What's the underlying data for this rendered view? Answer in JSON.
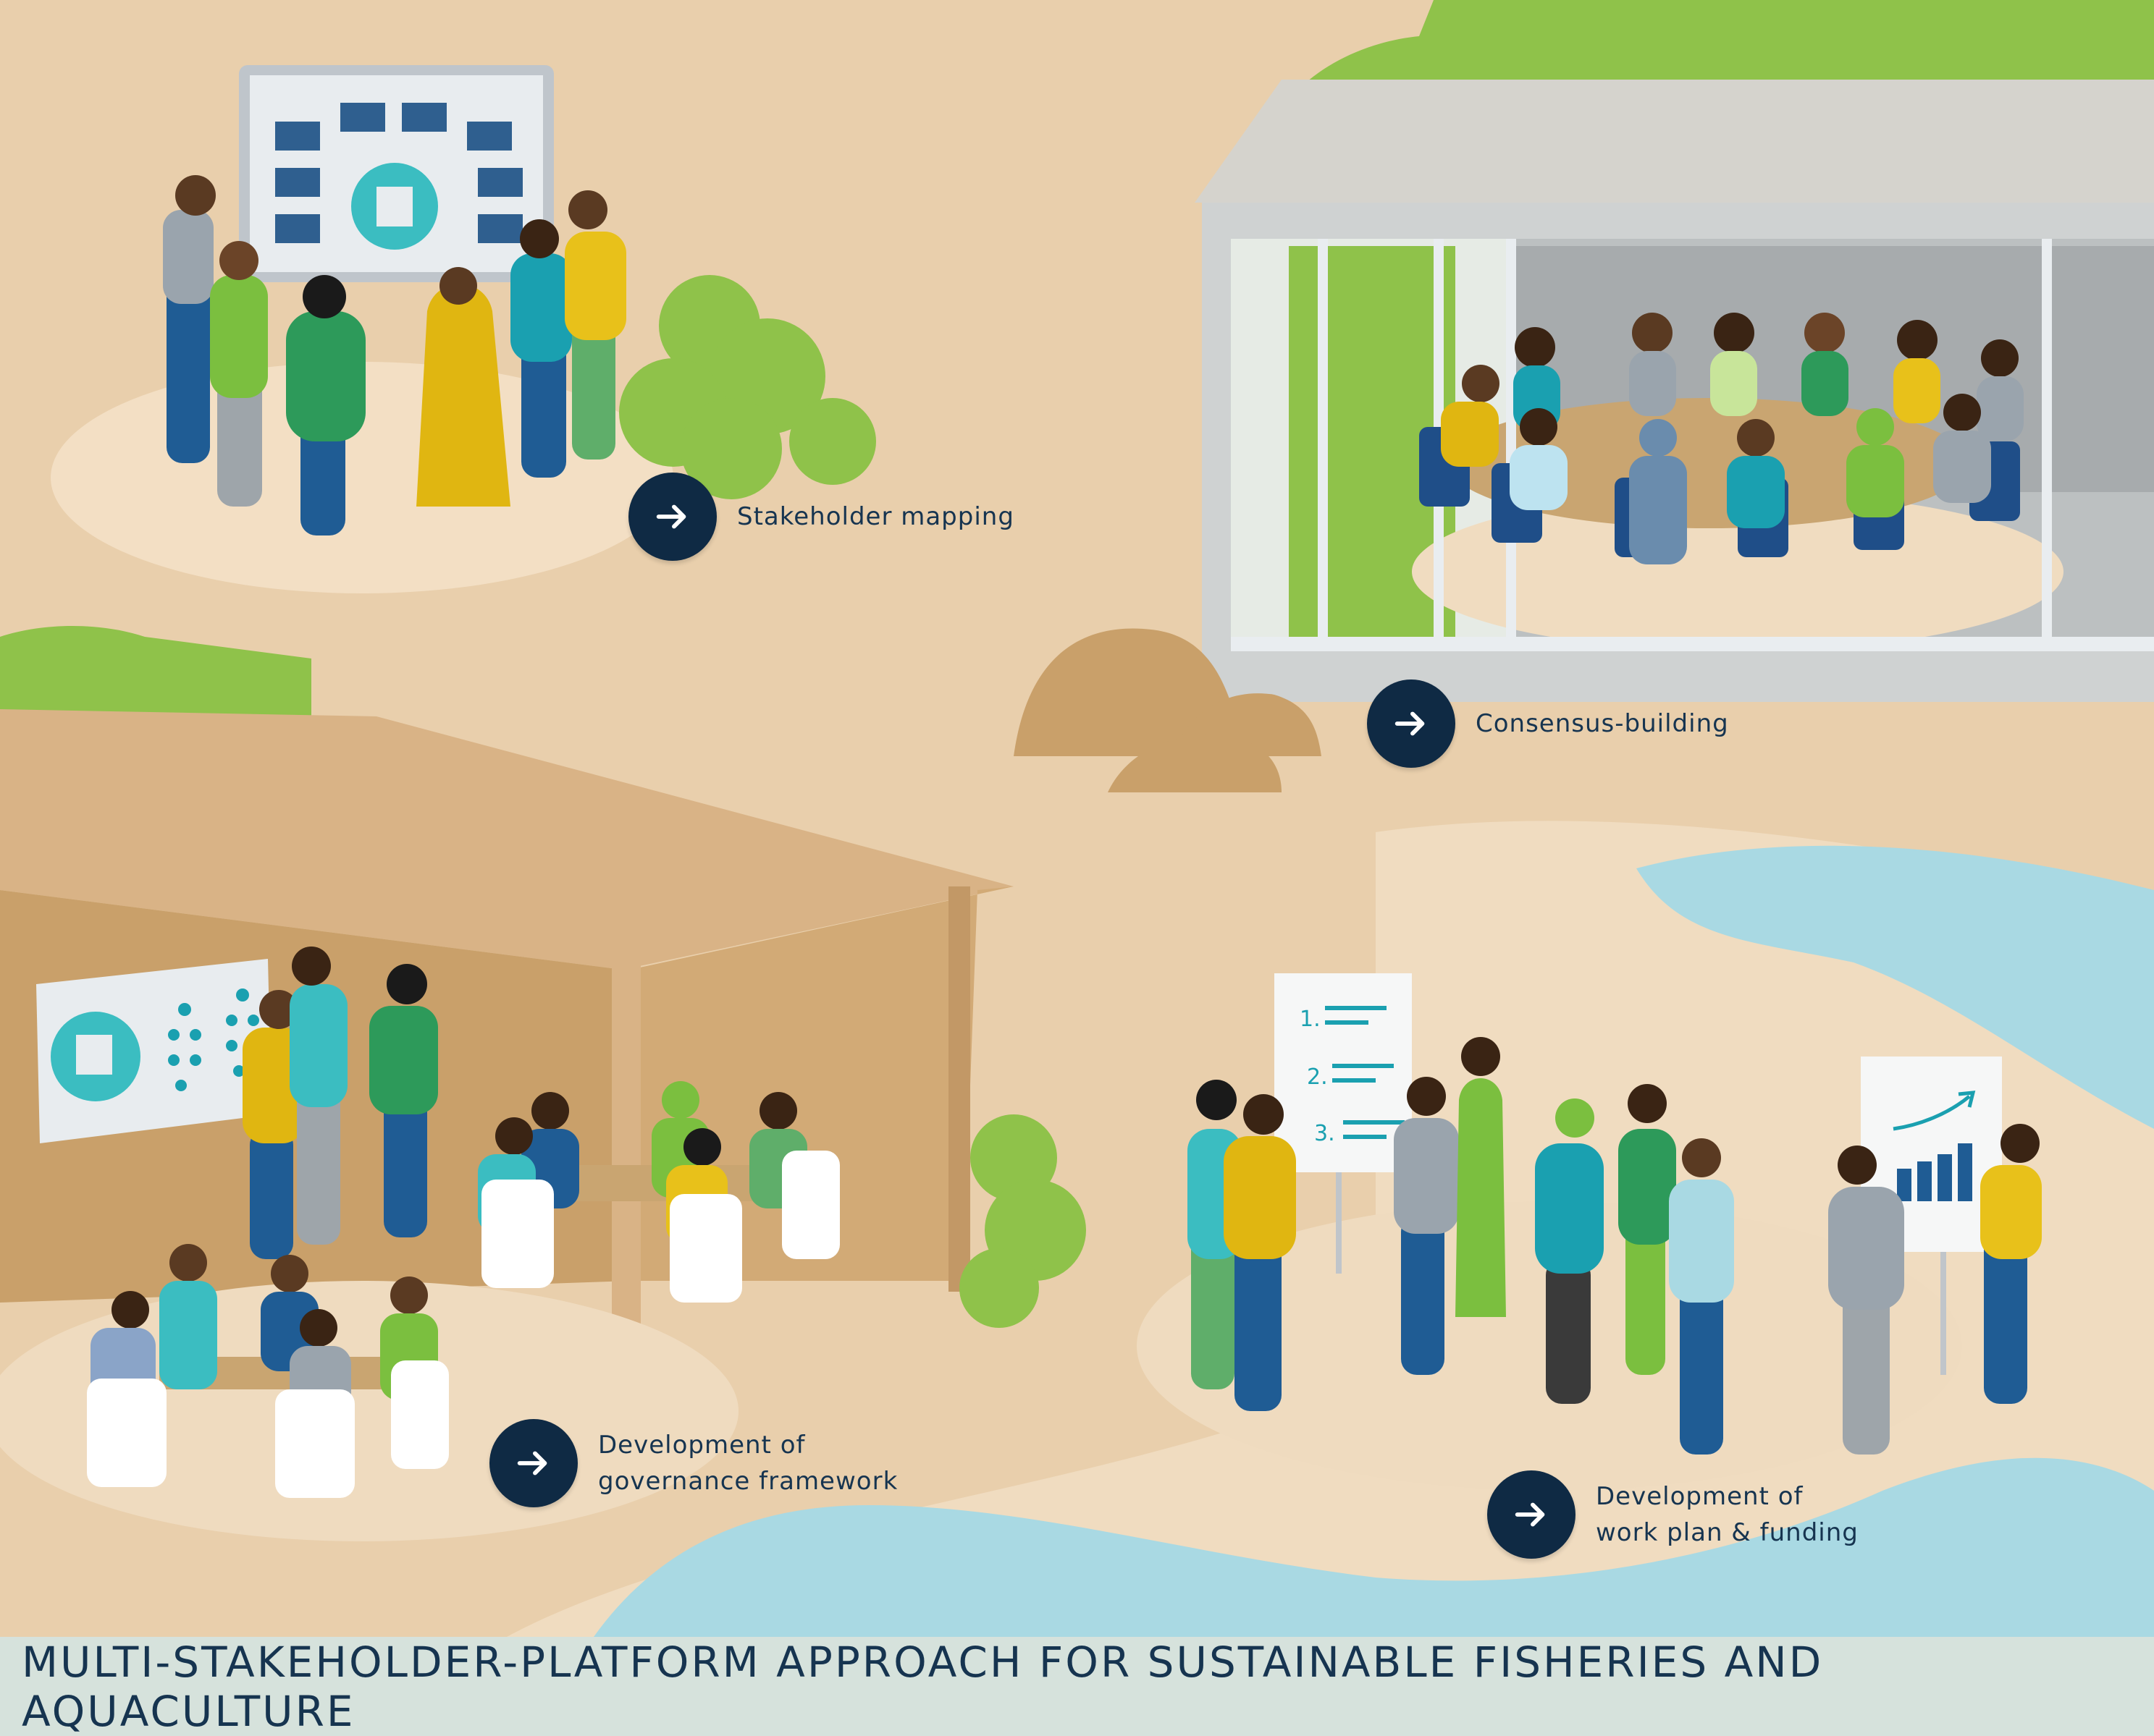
{
  "title": "MULTI-STAKEHOLDER-PLATFORM APPROACH FOR SUSTAINABLE FISHERIES AND AQUACULTURE",
  "steps": [
    {
      "label": "Stakeholder mapping",
      "icon": "arrow-right-icon"
    },
    {
      "label": "Consensus-building",
      "icon": "arrow-right-icon"
    },
    {
      "label": "Development of\ngovernance framework",
      "icon": "arrow-right-icon"
    },
    {
      "label": "Development of\nwork plan & funding",
      "icon": "arrow-right-icon"
    }
  ],
  "flipchart_items": [
    "1.",
    "2.",
    "3."
  ],
  "colors": {
    "sand": "#e9cfac",
    "path": "#f3dfc4",
    "water": "#a9d9e3",
    "bush": "#8fc24a",
    "navy": "#0f2a44",
    "text": "#163450",
    "banner": "#d6e2dc",
    "teal": "#3bbdc1",
    "board_blue": "#2f5f8f"
  }
}
